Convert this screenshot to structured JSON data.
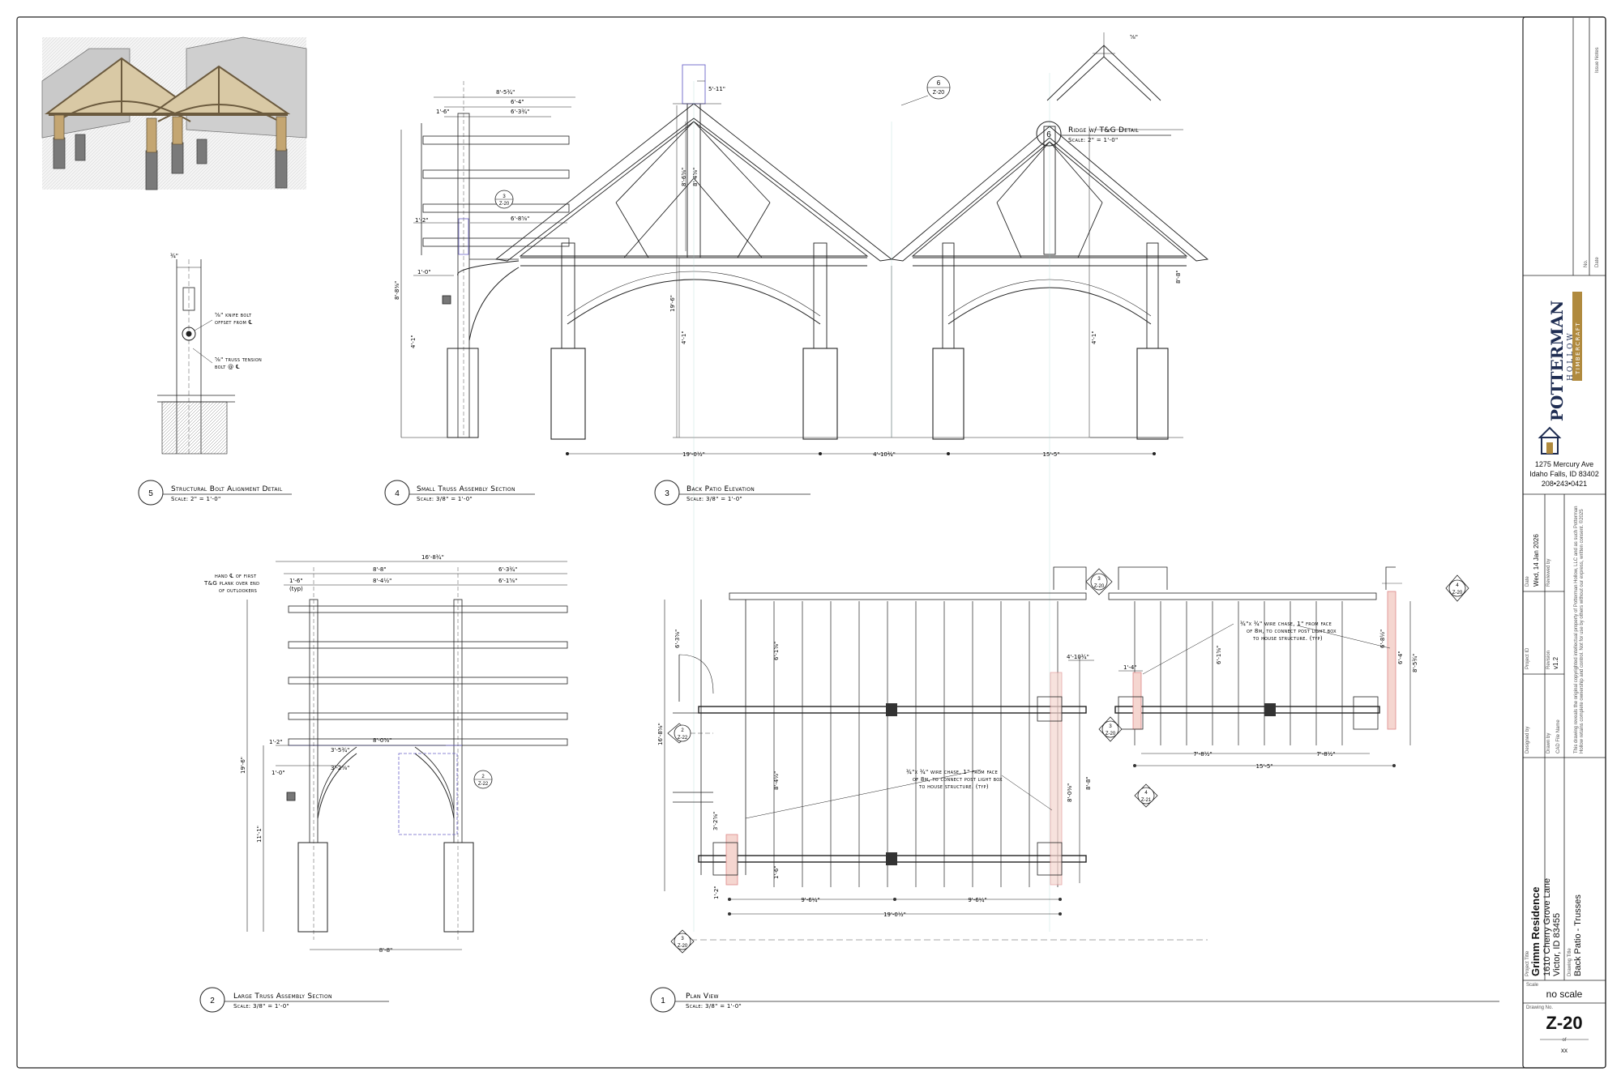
{
  "details": {
    "d1": {
      "num": "1",
      "title": "Plan View",
      "scale": "Scale: 3/8\" = 1'-0\""
    },
    "d2": {
      "num": "2",
      "title": "Large Truss Assembly Section",
      "scale": "Scale: 3/8\" = 1'-0\""
    },
    "d3": {
      "num": "3",
      "title": "Back Patio Elevation",
      "scale": "Scale: 3/8\" = 1'-0\""
    },
    "d4": {
      "num": "4",
      "title": "Small Truss Assembly Section",
      "scale": "Scale: 3/8\" = 1'-0\""
    },
    "d5": {
      "num": "5",
      "title": "Structural Bolt Alignment Detail",
      "scale": "Scale: 2\" = 1'-0\""
    },
    "d6": {
      "num": "6",
      "title": "Ridge w/ T&G Detail",
      "scale": "Scale: 2\" = 1'-0\""
    }
  },
  "notes": {
    "knife_bolt": [
      "⅝\" knife bolt",
      "offset from ℄"
    ],
    "tension_bolt": [
      "⅝\" truss tension",
      "bolt @ ℄"
    ],
    "hand_first_plank": [
      "hand ℄ of first",
      "T&G plank over end",
      "of outlookers"
    ],
    "wire_chase_plan": [
      "¾\"x ¾\" wire chase, 1\" from face",
      "of 8m, to connect post light box",
      "to house structure. (typ)"
    ],
    "wire_chase_right": [
      "¾\"x ¾\" wire chase, 1\" from face",
      "of 8m, to connect post light box",
      "to house structure. (typ)"
    ]
  },
  "callouts": {
    "c6": {
      "num": "6",
      "sheet": "Z-20"
    },
    "c3_small": {
      "num": "3",
      "sheet": "Z-20"
    },
    "c2_small": {
      "num": "2",
      "sheet": "Z-22"
    },
    "c3_plan": {
      "num": "3",
      "sheet": "Z-20"
    },
    "c2_plan": {
      "num": "2",
      "sheet": "Z-22"
    },
    "c3_right": {
      "num": "3",
      "sheet": "Z-20"
    },
    "c4_right": {
      "num": "4",
      "sheet": "Z-20"
    },
    "c4_plan": {
      "num": "4",
      "sheet": "Z-21"
    },
    "c3_bottom": {
      "num": "3",
      "sheet": "Z-20"
    }
  },
  "dims": {
    "elev_left_width": "19'-0½\"",
    "elev_mid_gap": "4'-10¾\"",
    "elev_right_width": "15'-5\"",
    "elev_height_total": "19'-6\"",
    "elev_right_height": "8'-8\"",
    "elev_left_8_6": "8'-6⅝\"",
    "elev_left_8_4": "8'-4⅝\"",
    "elev_left_4_1": "4'-1\"",
    "elev_left_5_11": "5'-11\"",
    "elev_mid_4_1": "4'-1\"",
    "small_8_5": "8'-5¾\"",
    "small_6_4": "6'-4\"",
    "small_6_3": "6'-3¾\"",
    "small_1_6": "1'-6\"",
    "small_1_2": "1'-2\"",
    "small_6_8": "6'-8⅝\"",
    "small_8_8": "8'-8⅜\"",
    "small_1_0": "1'-0\"",
    "small_4_1": "4'-1\"",
    "large_16_8": "16'-8¾\"",
    "large_1_6": "1'-6\"",
    "large_8_8": "8'-8\"",
    "large_6_3": "6'-3¾\"",
    "large_8_4": "8'-4½\"",
    "large_6_1": "6'-1⅝\"",
    "large_typ": "(typ)",
    "large_1_2": "1'-2\"",
    "large_8_0": "8'-0⅜\"",
    "large_3_5": "3'-5¾\"",
    "large_1_0": "1'-0\"",
    "large_3_2": "3'-2⅝\"",
    "large_19_6": "19'-6\"",
    "large_11_1": "11'-1\"",
    "large_8_8b": "8'-8\"",
    "plan_19_0": "19'-0½\"",
    "plan_9_6a": "9'-6¼\"",
    "plan_9_6b": "9'-6¼\"",
    "plan_16_8": "16'-8⅝\"",
    "plan_6_3": "6'-3⅝\"",
    "plan_6_1": "6'-1⅝\"",
    "plan_8_4": "8'-4½\"",
    "plan_3_2": "3'-2⅝\"",
    "plan_1_6": "1'-6\"",
    "plan_1_2": "1'-2\"",
    "plan_4_10": "4'-10¾\"",
    "plan_1_4": "1'-4\"",
    "plan_8_0": "8'-0⅜\"",
    "plan_8_8": "8'-8\"",
    "plan_15_5": "15'-5\"",
    "plan_7_8a": "7'-8½\"",
    "plan_7_8b": "7'-8½\"",
    "plan_6_4": "6'-4\"",
    "plan_8_5": "8'-5¾\"",
    "plan_6_8": "6'-8½\"",
    "plan_6_1b": "6'-1⅝\"",
    "d5_top": "¾\"",
    "d6_dim": "⅝\""
  },
  "title_block": {
    "issue_no": "No.",
    "issue_date": "Date",
    "issue_notes": "Issue Notes",
    "company": "POTTERMAN",
    "company_sub": "HOLLOW",
    "company_tag": "TIMBERCRAFT",
    "address1": "1275 Mercury Ave",
    "address2": "Idaho Falls, ID 83402",
    "phone": "208•243•0421",
    "designed_by_label": "Designed by",
    "drawn_by_label": "Drawn by",
    "cad_label": "CAD File Name",
    "project_id_label": "Project ID",
    "revision_label": "Revision",
    "revision": "v1.2",
    "reviewed_by_label": "Reviewed by",
    "date_label": "Date",
    "date": "Wed, 14 Jan 2026",
    "copyright": [
      "This drawing reveals the original copyrighted intellectual property of Potterman Hollow, LLC and as such Potterman",
      "Hollow retains complete ownership and control. Not for use by others without our express, written consent. ©2025"
    ],
    "project_title_label": "Project Title",
    "project_title": "Grimm Residence",
    "project_addr1": "1610 Cherry Grove Lane",
    "project_addr2": "Victor, ID  83455",
    "drawing_title_label": "Drawing Title",
    "drawing_title": "Back Patio - Trusses",
    "scale_label": "Scale",
    "scale": "no scale",
    "drawing_no_label": "Drawing No.",
    "drawing_no": "Z-20",
    "of": "of",
    "total": "xx"
  }
}
